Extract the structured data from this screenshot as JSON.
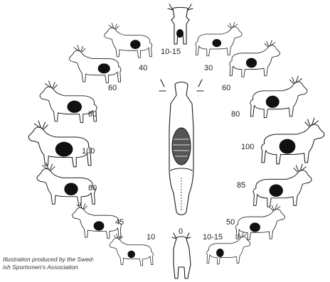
{
  "labels": {
    "top_front": "10-15",
    "left_40": "40",
    "right_30": "30",
    "left_60": "60",
    "right_60": "60",
    "left_80": "80",
    "right_80": "80",
    "left_100": "100",
    "right_100": "100",
    "left_80b": "80",
    "right_85": "85",
    "left_45": "45",
    "right_50": "50",
    "bottom_10": "10",
    "bottom_0": "0",
    "bottom_10_15": "10-15"
  },
  "credit": {
    "line1": "Illustration produced by the Swed-",
    "line2": "ish Sportsmen's Association"
  },
  "colors": {
    "line": "#1a1a1a",
    "spot": "#111111",
    "background": "#ffffff"
  }
}
